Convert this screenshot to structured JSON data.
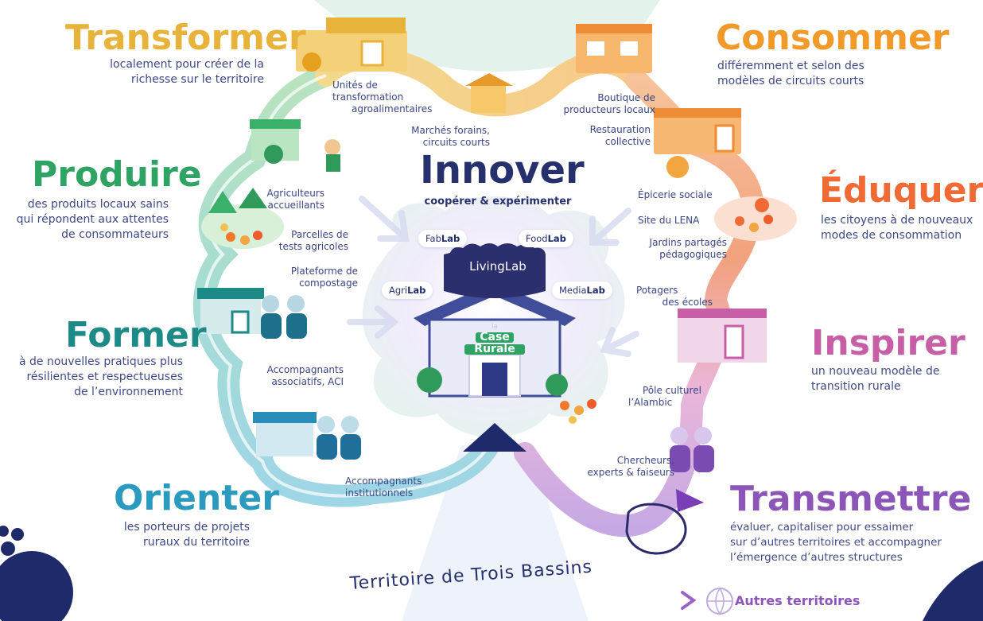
{
  "categories": {
    "transformer": {
      "title": "Transformer",
      "desc": [
        "localement pour créer de la",
        "richesse sur le territoire"
      ],
      "color": "#e8b33a"
    },
    "produire": {
      "title": "Produire",
      "desc": [
        "des produits locaux sains",
        "qui répondent aux attentes",
        "de consommateurs"
      ],
      "color": "#2fa364"
    },
    "former": {
      "title": "Former",
      "desc": [
        "à de nouvelles pratiques plus",
        "résilientes et respectueuses",
        "de l’environnement"
      ],
      "color": "#1e8a87"
    },
    "orienter": {
      "title": "Orienter",
      "desc": [
        "les porteurs de projets",
        "ruraux du territoire"
      ],
      "color": "#2a9bbf"
    },
    "consommer": {
      "title": "Consommer",
      "desc": [
        "différemment et selon des",
        "modèles de circuits courts"
      ],
      "color": "#f09a2a"
    },
    "eduquer": {
      "title": "Éduquer",
      "desc": [
        "les citoyens à de nouveaux",
        "modes de consommation"
      ],
      "color": "#ef6a34"
    },
    "inspirer": {
      "title": "Inspirer",
      "desc": [
        "un nouveau modèle de",
        "transition rurale"
      ],
      "color": "#c65fa6"
    },
    "transmettre": {
      "title": "Transmettre",
      "desc": [
        "évaluer, capitaliser pour essaimer",
        "sur d’autres territoires et accompagner",
        "l’émergence d’autres structures"
      ],
      "color": "#8c55b8"
    }
  },
  "center": {
    "title": "Innover",
    "subtitle": "coopérer & expérimenter",
    "livinglab": "LivingLab",
    "case_line1": "la",
    "case_line2": "Case",
    "case_line3": "Rurale",
    "labs": {
      "fab": {
        "a": "Fab",
        "b": "Lab"
      },
      "food": {
        "a": "Food",
        "b": "Lab"
      },
      "agri": {
        "a": "Agri",
        "b": "Lab"
      },
      "media": {
        "a": "Media",
        "b": "Lab"
      }
    }
  },
  "labels": {
    "unites": [
      "Unités de",
      "transformation",
      "agroalimentaires"
    ],
    "marches": [
      "Marchés forains,",
      "circuits courts"
    ],
    "boutique": [
      "Boutique de",
      "producteurs locaux"
    ],
    "restauration": [
      "Restauration",
      "collective"
    ],
    "agriculteurs": [
      "Agriculteurs",
      "accueillants"
    ],
    "parcelles": [
      "Parcelles de",
      "tests agricoles"
    ],
    "plateforme": [
      "Plateforme de",
      "compostage"
    ],
    "epicerie": [
      "Épicerie sociale"
    ],
    "lena": [
      "Site du LENA"
    ],
    "jardins": [
      "Jardins partagés",
      "pédagogiques"
    ],
    "potagers": [
      "Potagers",
      "des écoles"
    ],
    "accomp_assoc": [
      "Accompagnants",
      "associatifs, ACI"
    ],
    "pole": [
      "Pôle culturel",
      "l’Alambic"
    ],
    "chercheurs": [
      "Chercheurs,",
      "experts & faiseurs"
    ],
    "accomp_inst": [
      "Accompagnants",
      "institutionnels"
    ]
  },
  "territoire": "Territoire de Trois Bassins",
  "autres": "Autres territoires"
}
